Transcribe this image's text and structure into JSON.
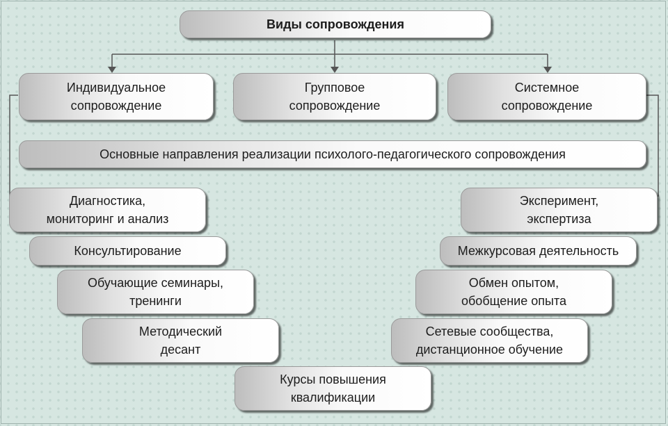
{
  "title": "Виды сопровождения",
  "types": [
    {
      "label": "Индивидуальное\nсопровождение"
    },
    {
      "label": "Групповое\nсопровождение"
    },
    {
      "label": "Системное\nсопровождение"
    }
  ],
  "directions_header": "Основные направления реализации психолого-педагогического сопровождения",
  "left_items": [
    "Диагностика,\nмониторинг и анализ",
    "Консультирование",
    "Обучающие семинары,\nтренинги",
    "Методический\nдесант"
  ],
  "center_item": "Курсы повышения\nквалификации",
  "right_items": [
    "Эксперимент,\nэкспертиза",
    "Межкурсовая деятельность",
    "Обмен опытом,\nобобщение опыта",
    "Сетевые сообщества,\nдистанционное обучение"
  ],
  "colors": {
    "background": "#d6e6e1",
    "connector": "#555555"
  }
}
